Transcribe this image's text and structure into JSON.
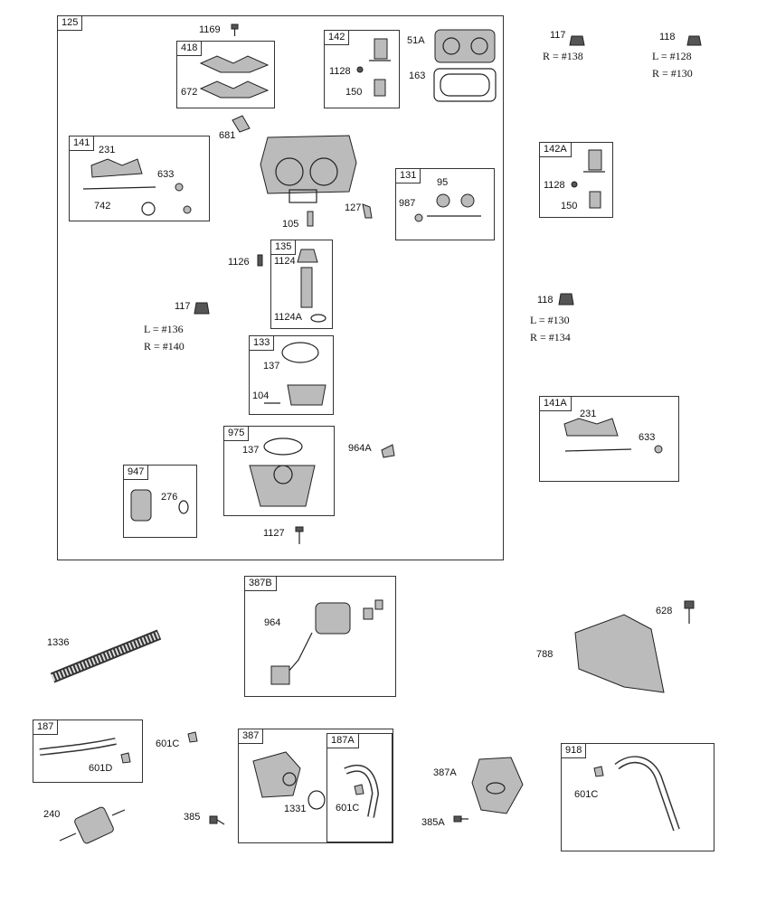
{
  "groups": {
    "g125": "125",
    "g418": "418",
    "g142": "142",
    "g141": "141",
    "g131": "131",
    "g135": "135",
    "g133": "133",
    "g975": "975",
    "g947": "947",
    "g142A": "142A",
    "g141A": "141A",
    "g387B": "387B",
    "g187": "187",
    "g387": "387",
    "g187A": "187A",
    "g918": "918"
  },
  "labels": {
    "p1169": "1169",
    "p672": "672",
    "p51A": "51A",
    "p163": "163",
    "p1128a": "1128",
    "p150a": "150",
    "p681": "681",
    "p231a": "231",
    "p633a": "633",
    "p742": "742",
    "p95": "95",
    "p987": "987",
    "p127": "127",
    "p105": "105",
    "p1126": "1126",
    "p1124": "1124",
    "p1124A": "1124A",
    "p117b": "117",
    "p137a": "137",
    "p104": "104",
    "p137b": "137",
    "p964A": "964A",
    "p276": "276",
    "p1127": "1127",
    "p117a": "117",
    "p118a": "118",
    "p1128b": "1128",
    "p150b": "150",
    "p118b": "118",
    "p231b": "231",
    "p633b": "633",
    "p964": "964",
    "p1336": "1336",
    "p628": "628",
    "p788": "788",
    "p601C_a": "601C",
    "p601D": "601D",
    "p1331": "1331",
    "p601C_b": "601C",
    "p387A": "387A",
    "p385A": "385A",
    "p601C_c": "601C",
    "p240": "240",
    "p385": "385"
  },
  "notes": {
    "n117a": "R = #138",
    "n118a1": "L = #128",
    "n118a2": "R = #130",
    "n117b1": "L = #136",
    "n117b2": "R = #140",
    "n118b1": "L = #130",
    "n118b2": "R = #134"
  }
}
